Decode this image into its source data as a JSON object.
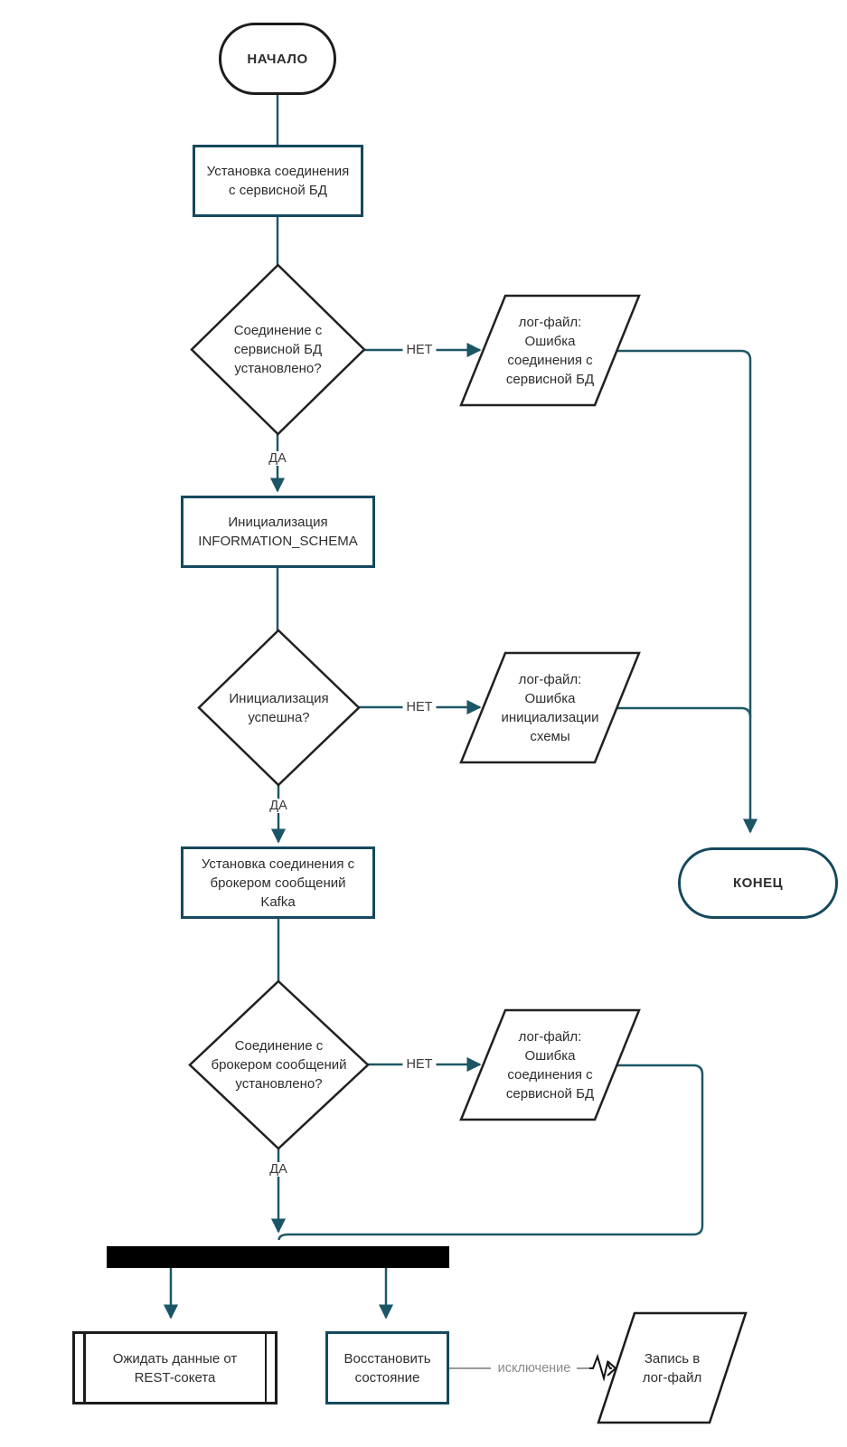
{
  "colors": {
    "line": "#1f5866",
    "arrow": "#1b5666",
    "border_teal": "#15495d",
    "border_dark": "#212121",
    "gray": "#8f8f8f",
    "bar": "#000000"
  },
  "nodes": {
    "start": "НАЧАЛО",
    "connect_db": "Установка соединения\nс сервисной БД",
    "db_connected_q": "Соединение с\nсервисной БД\nустановлено?",
    "log_db_error": "лог-файл:\nОшибка\nсоединения с\nсервисной БД",
    "init_schema": "Инициализация\nINFORMATION_SCHEMA",
    "init_ok_q": "Инициализация\nуспешна?",
    "log_init_error": "лог-файл:\nОшибка\nинициализации\nсхемы",
    "connect_kafka": "Установка соединения с\nброкером сообщений\nKafka",
    "end": "КОНЕЦ",
    "kafka_connected_q": "Соединение с\nброкером сообщений\nустановлено?",
    "log_kafka_error": "лог-файл:\nОшибка\nсоединения с\nсервисной БД",
    "wait_rest": "Ожидать данные от\nREST-сокета",
    "restore_state": "Восстановить\nсостояние",
    "log_write": "Запись в\nлог-файл"
  },
  "edge_labels": {
    "no1": "НЕТ",
    "yes1": "ДА",
    "no2": "НЕТ",
    "yes2": "ДА",
    "no3": "НЕТ",
    "yes3": "ДА",
    "exception": "исключение"
  }
}
